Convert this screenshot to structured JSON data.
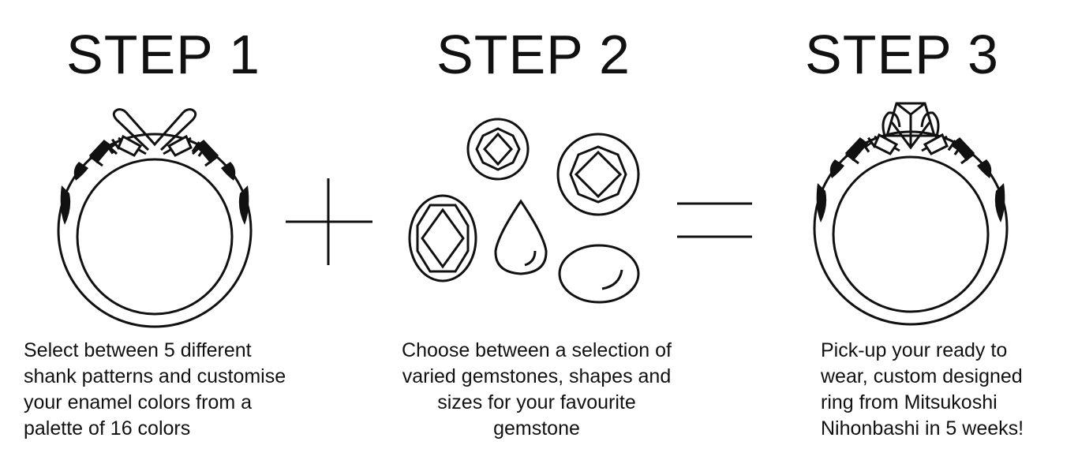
{
  "steps": [
    {
      "title": "STEP 1",
      "lines": [
        "Select between 5 different",
        "shank patterns and customise",
        "your enamel colors from a",
        "palette of 16 colors"
      ]
    },
    {
      "title": "STEP 2",
      "lines": [
        "Choose between a selection of",
        "varied gemstones, shapes and",
        "sizes for your favourite",
        "gemstone"
      ]
    },
    {
      "title": "STEP 3",
      "lines": [
        "Pick-up your ready to",
        "wear, custom designed",
        "ring from Mitsukoshi",
        "Nihonbashi in 5 weeks!"
      ]
    }
  ],
  "icons": {
    "ring_shank": "ring-shank-icon",
    "plus": "plus-icon",
    "gemstones": "gemstones-icon",
    "equals": "equals-icon",
    "finished_ring": "finished-ring-icon"
  }
}
